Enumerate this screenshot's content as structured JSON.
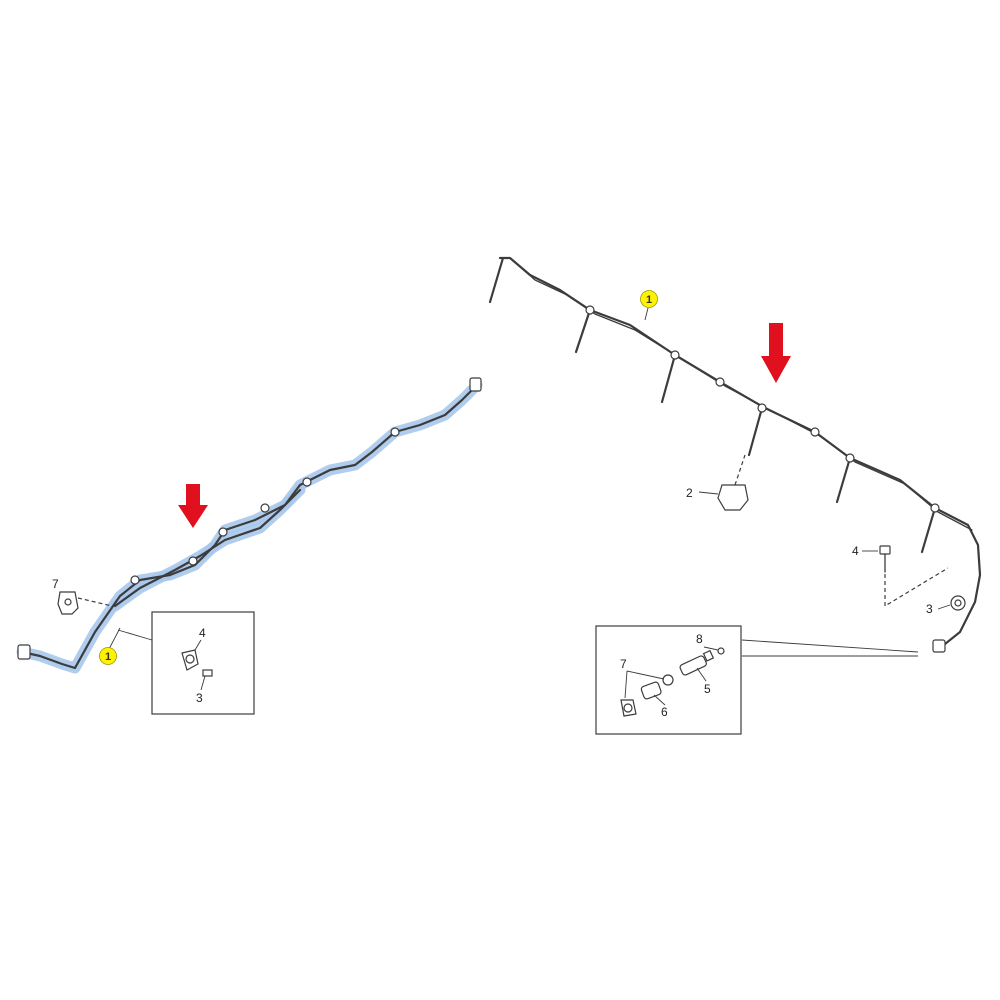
{
  "colors": {
    "highlight": "#a9c8ec",
    "arrow": "#e0101e",
    "badge": "#fff200",
    "line": "#3c3c3c"
  },
  "left_assembly": {
    "badge": "1",
    "arrow_icon": "down-arrow-icon",
    "clip_label": "7",
    "inset": {
      "label_4": "4",
      "label_3": "3"
    }
  },
  "right_assembly": {
    "badge": "1",
    "arrow_icon": "down-arrow-icon",
    "label_2": "2",
    "label_4": "4",
    "label_3": "3",
    "inset": {
      "label_8": "8",
      "label_7": "7",
      "label_5": "5",
      "label_6": "6"
    }
  }
}
